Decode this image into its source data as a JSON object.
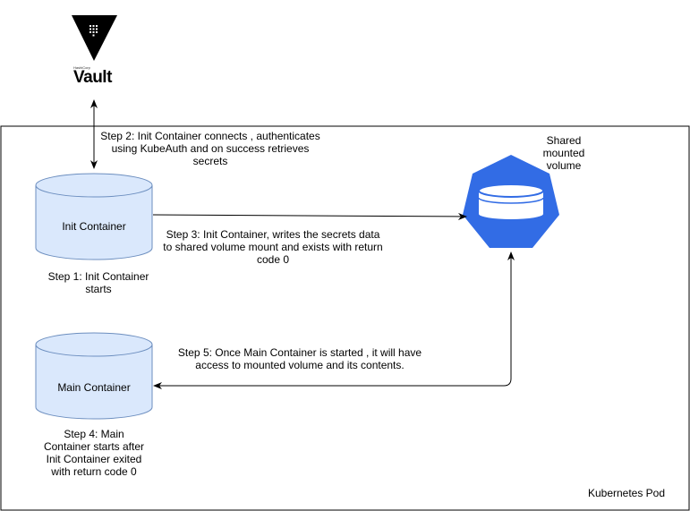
{
  "colors": {
    "cylinder_fill": "#dae8fc",
    "cylinder_stroke": "#6c8ebf",
    "k8s_blue": "#326ce5",
    "line": "#000000",
    "vault_black": "#000000"
  },
  "vault_logo": {
    "company": "HashiCorp",
    "product": "Vault",
    "icon": "vault-triangle-icon"
  },
  "pod": {
    "label": "Kubernetes Pod"
  },
  "init_container": {
    "label": "Init Container"
  },
  "main_container": {
    "label": "Main Container"
  },
  "volume": {
    "icon": "kubernetes-volume-icon",
    "label": "Shared\nmounted\nvolume"
  },
  "steps": {
    "step1": "Step 1: Init Container\nstarts",
    "step2": "Step 2: Init Container connects , authenticates\nusing KubeAuth and on success retrieves\nsecrets",
    "step3": "Step 3: Init Container, writes the secrets data\nto shared volume mount and exists with return\ncode 0",
    "step4": "Step 4: Main\nContainer starts after\nInit Container exited\nwith return code 0",
    "step5": "Step 5: Once Main Container is started , it will have\naccess to mounted volume and its contents."
  }
}
